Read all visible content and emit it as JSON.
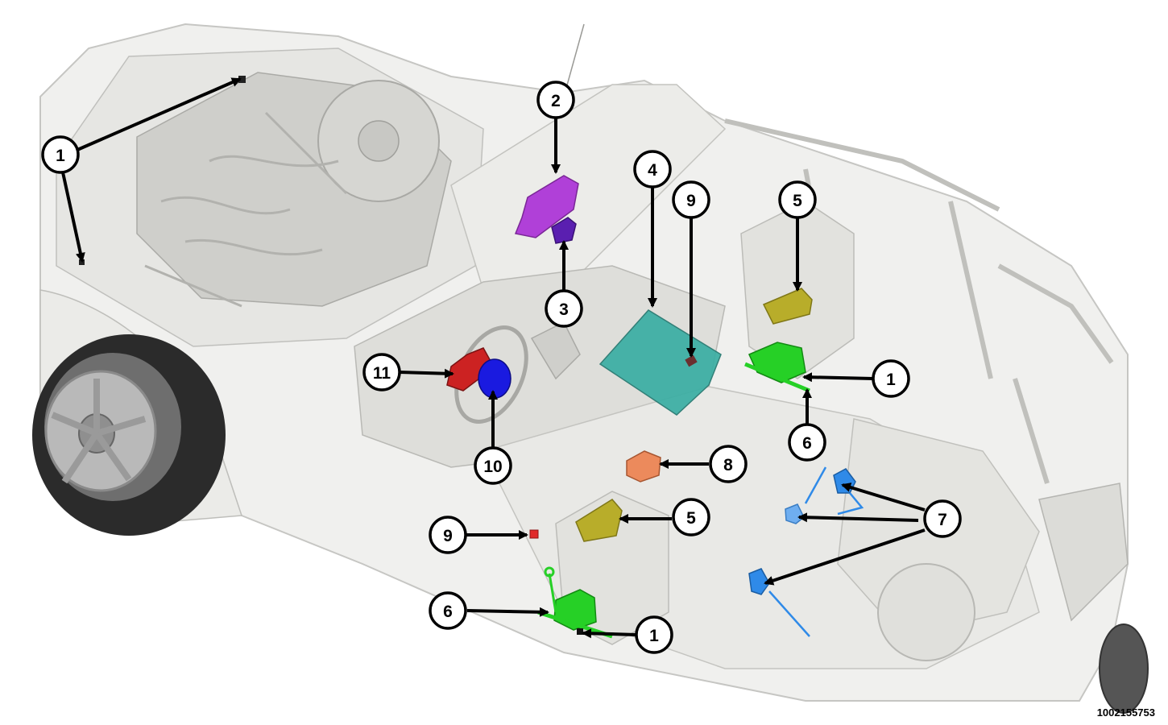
{
  "figure": {
    "id": "1002155753"
  },
  "components": [
    {
      "key": "tpms-module",
      "color": "#b040d8"
    },
    {
      "key": "module-small",
      "color": "#5a1fb0"
    },
    {
      "key": "center-module",
      "color": "#3aaea3"
    },
    {
      "key": "seat-module",
      "color": "#b8ad2a"
    },
    {
      "key": "seat-track",
      "color": "#26d026"
    },
    {
      "key": "side-sensor",
      "color": "#2f8ae8"
    },
    {
      "key": "orange-module",
      "color": "#ec8a5c"
    },
    {
      "key": "clockspring",
      "color": "#cc2222"
    },
    {
      "key": "driver-airbag",
      "color": "#1a1ae0"
    },
    {
      "key": "red-sensor",
      "color": "#e02a2a"
    }
  ],
  "callouts": [
    {
      "id": "c1a",
      "label": "1"
    },
    {
      "id": "c1b",
      "label": "1"
    },
    {
      "id": "c1c",
      "label": "1"
    },
    {
      "id": "c2",
      "label": "2"
    },
    {
      "id": "c3",
      "label": "3"
    },
    {
      "id": "c4",
      "label": "4"
    },
    {
      "id": "c5a",
      "label": "5"
    },
    {
      "id": "c5b",
      "label": "5"
    },
    {
      "id": "c6a",
      "label": "6"
    },
    {
      "id": "c6b",
      "label": "6"
    },
    {
      "id": "c7",
      "label": "7"
    },
    {
      "id": "c8",
      "label": "8"
    },
    {
      "id": "c9a",
      "label": "9"
    },
    {
      "id": "c9b",
      "label": "9"
    },
    {
      "id": "c10",
      "label": "10"
    },
    {
      "id": "c11",
      "label": "11"
    }
  ]
}
